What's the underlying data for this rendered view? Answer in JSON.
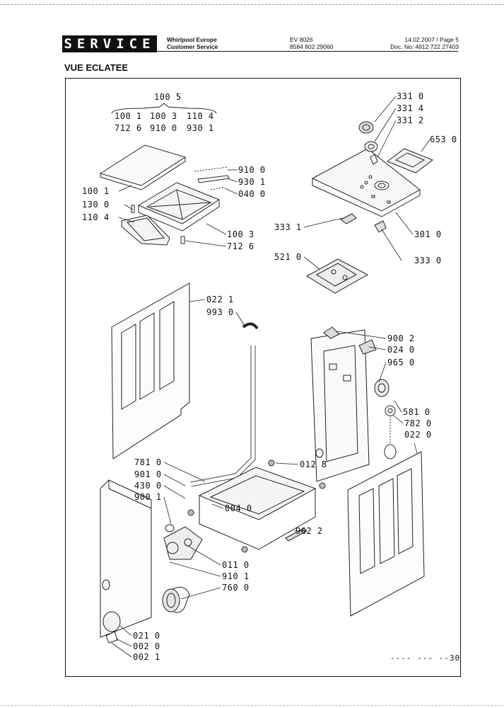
{
  "header": {
    "badge": "SERVICE",
    "company": "Whirlpool Europe",
    "department": "Customer Service",
    "model": "EV 8026",
    "code": "8584 802 29060",
    "date_page": "14.02.2007 / Page 5",
    "doc_no": "Doc. No: 4812 722 27403"
  },
  "section_title": "VUE ECLATEE",
  "group": {
    "top": "100 5",
    "row1": [
      "100 1",
      "100 3",
      "110 4"
    ],
    "row2": [
      "712 6",
      "910 0",
      "930 1"
    ]
  },
  "labels": {
    "l3310": "331 0",
    "l3314": "331 4",
    "l3312": "331 2",
    "l6530": "653 0",
    "l9100": "910 0",
    "l9301": "930 1",
    "l0400": "040 0",
    "l1001": "100 1",
    "l1300": "130 0",
    "l1104": "110 4",
    "l1003": "100 3",
    "l7126": "712 6",
    "l3331": "333 1",
    "l3010": "301 0",
    "l5210": "521 0",
    "l3330": "333 0",
    "l0221": "022 1",
    "l9930": "993 0",
    "l9002": "900 2",
    "l0240": "024 0",
    "l9650": "965 0",
    "l5810": "581 0",
    "l7820": "782 0",
    "l0220": "022 0",
    "l7810": "781 0",
    "l9010": "901 0",
    "l4300": "430 0",
    "l9001": "900 1",
    "l0128": "012 8",
    "l0040": "004 0",
    "l9622": "962 2",
    "l0110": "011 0",
    "l9101": "910 1",
    "l7600": "760 0",
    "l0210": "021 0",
    "l0020": "002 0",
    "l0021": "002 1"
  },
  "footer_code": "---- --- --30"
}
